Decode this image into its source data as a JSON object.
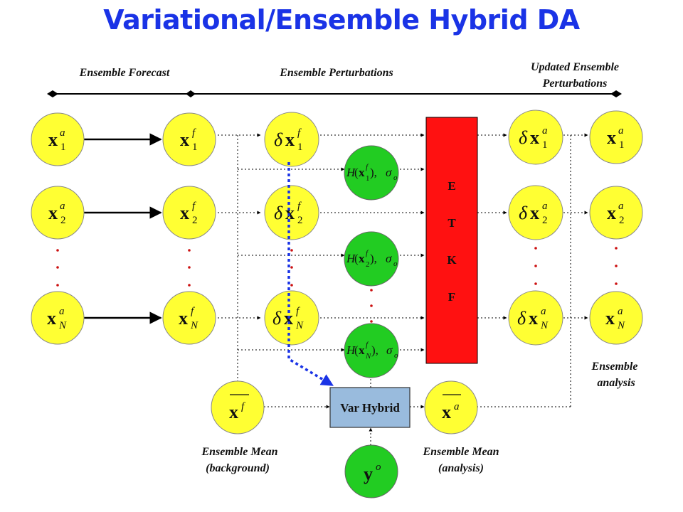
{
  "title": "Variational/Ensemble Hybrid DA",
  "sections": {
    "forecast": "Ensemble Forecast",
    "perturbations": "Ensemble Perturbations",
    "updated_line1": "Updated Ensemble",
    "updated_line2": "Perturbations"
  },
  "nodes": {
    "xa_symbol": "x",
    "sup_a": "a",
    "sup_f": "f",
    "sup_o": "o",
    "idx": [
      "1",
      "2",
      "N"
    ],
    "delta": "δ",
    "y_symbol": "y"
  },
  "obs": {
    "H": "H",
    "open": "(",
    "x": "x",
    "close": "),",
    "sigma": "σ",
    "sub_o": "o"
  },
  "etkf_letters": [
    "E",
    "T",
    "K",
    "F"
  ],
  "var_hybrid": "Var Hybrid",
  "captions": {
    "mean_bg_1": "Ensemble Mean",
    "mean_bg_2": "(background)",
    "mean_an_1": "Ensemble Mean",
    "mean_an_2": "(analysis)",
    "ens_an_1": "Ensemble",
    "ens_an_2": "analysis"
  },
  "colors": {
    "title": "#1a33e6",
    "yellow_node": "#ffff33",
    "green_node": "#22cc22",
    "etkf_box": "#ff1111",
    "var_hybrid_box": "#99bbdd",
    "dashed_arrow": "#1a33e6",
    "ellipsis_dots": "#cc1111"
  }
}
